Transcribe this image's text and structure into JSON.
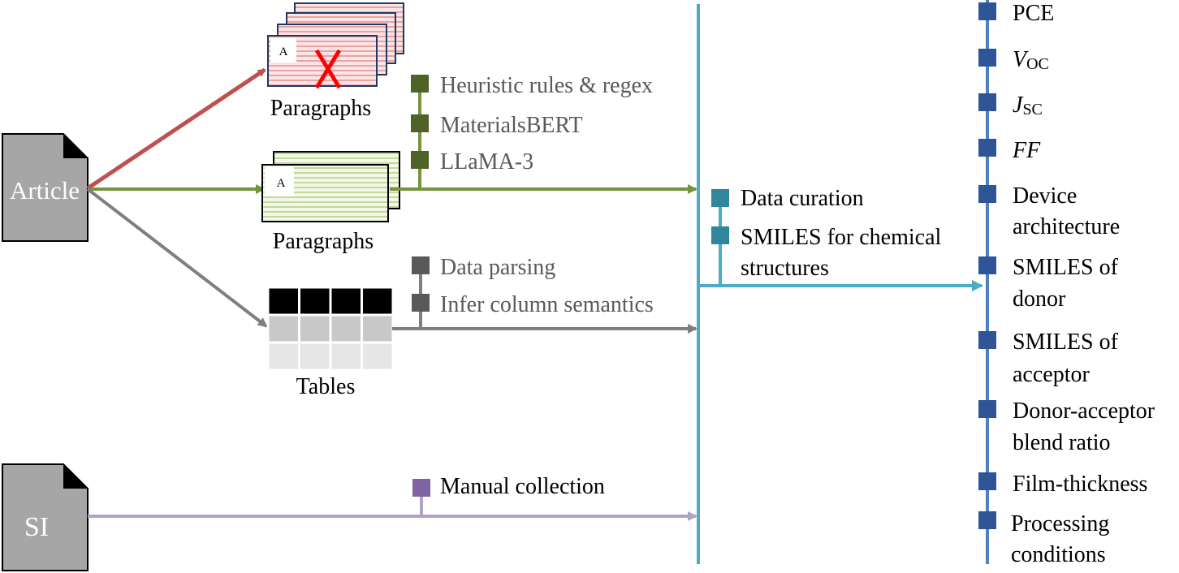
{
  "sources": {
    "article": "Article",
    "si": "SI"
  },
  "paragraph_icon_letter": "A",
  "top_paragraphs_label": "Paragraphs",
  "mid_paragraphs_label": "Paragraphs",
  "tables_label": "Tables",
  "text_methods": [
    "Heuristic rules & regex",
    "MaterialsBERT",
    "LLaMA-3"
  ],
  "table_methods": [
    "Data parsing",
    "Infer column semantics"
  ],
  "si_methods": [
    "Manual collection"
  ],
  "post_processing": [
    "Data curation",
    "SMILES for chemical",
    "structures"
  ],
  "outputs": {
    "pce": "PCE",
    "voc_main": "V",
    "voc_sub": "OC",
    "jsc_main": "J",
    "jsc_sub": "SC",
    "ff": "FF",
    "device_1": "Device",
    "device_2": "architecture",
    "donor_1": "SMILES of",
    "donor_2": "donor",
    "acceptor_1": "SMILES of",
    "acceptor_2": "acceptor",
    "ratio_1": "Donor-acceptor",
    "ratio_2": "blend ratio",
    "thickness": "Film-thickness",
    "processing_1": "Processing",
    "processing_2": "conditions"
  },
  "colors": {
    "red": "#c0504d",
    "green": "#77933c",
    "green_dark": "#4f6228",
    "gray": "#7f7f7f",
    "gray_dark": "#595959",
    "purple": "#b3a2c7",
    "purple_dark": "#8064a2",
    "cyan": "#4bacc6",
    "cyan_dark": "#31859c",
    "blue": "#4f81bd",
    "blue_dark": "#2f5597",
    "doc_gray": "#a6a6a6"
  }
}
